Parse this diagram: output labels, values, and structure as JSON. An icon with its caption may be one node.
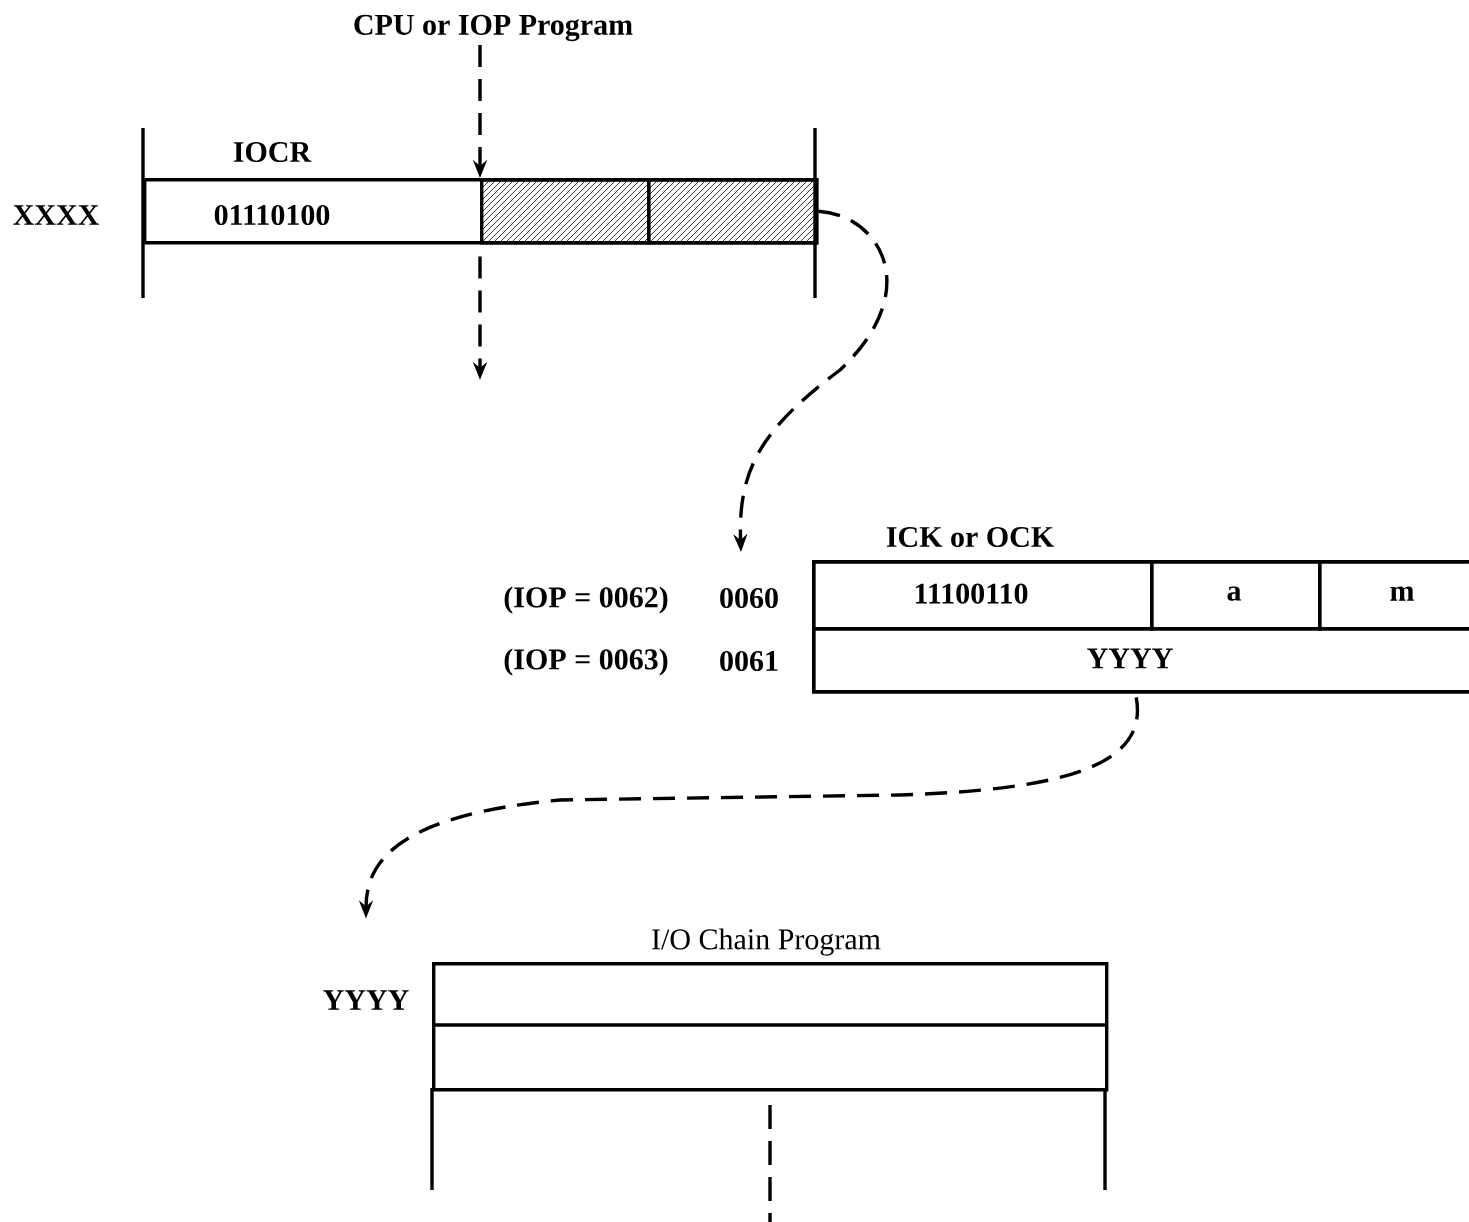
{
  "diagram": {
    "nodes": [
      {
        "text": [
          "CPU or IOP Program"
        ]
      },
      {
        "text": [
          "IOCR",
          "01110100"
        ],
        "beside": [
          "XXXX"
        ]
      },
      {
        "text": [],
        "shape": "box",
        "in": 1
      },
      {
        "text": [],
        "shape": "box",
        "in": 1
      },
      {
        "text": [
          "ICK or OCK"
        ],
        "beside": [
          "(IOP = 0062)",
          "0060",
          "(IOP = 0063)",
          "0061"
        ]
      },
      {
        "text": [
          "11100110"
        ],
        "in": 4
      },
      {
        "text": [
          "a"
        ],
        "in": 4
      },
      {
        "text": [
          "m"
        ],
        "in": 4
      },
      {
        "text": [
          "YYYY"
        ],
        "in": 4
      },
      {
        "text": [
          "I/O Chain Program"
        ],
        "beside": [
          "YYYY"
        ]
      }
    ],
    "edges": [
      {
        "from": 0,
        "to": 1,
        "arrow": "to",
        "style": "dashed"
      },
      {
        "from": 1,
        "to": null,
        "arrow": "to",
        "style": "dashed"
      },
      {
        "from": 3,
        "to": 4,
        "arrow": "to",
        "style": "dashed"
      },
      {
        "from": 8,
        "to": 9,
        "arrow": "to",
        "style": "dashed"
      }
    ]
  }
}
